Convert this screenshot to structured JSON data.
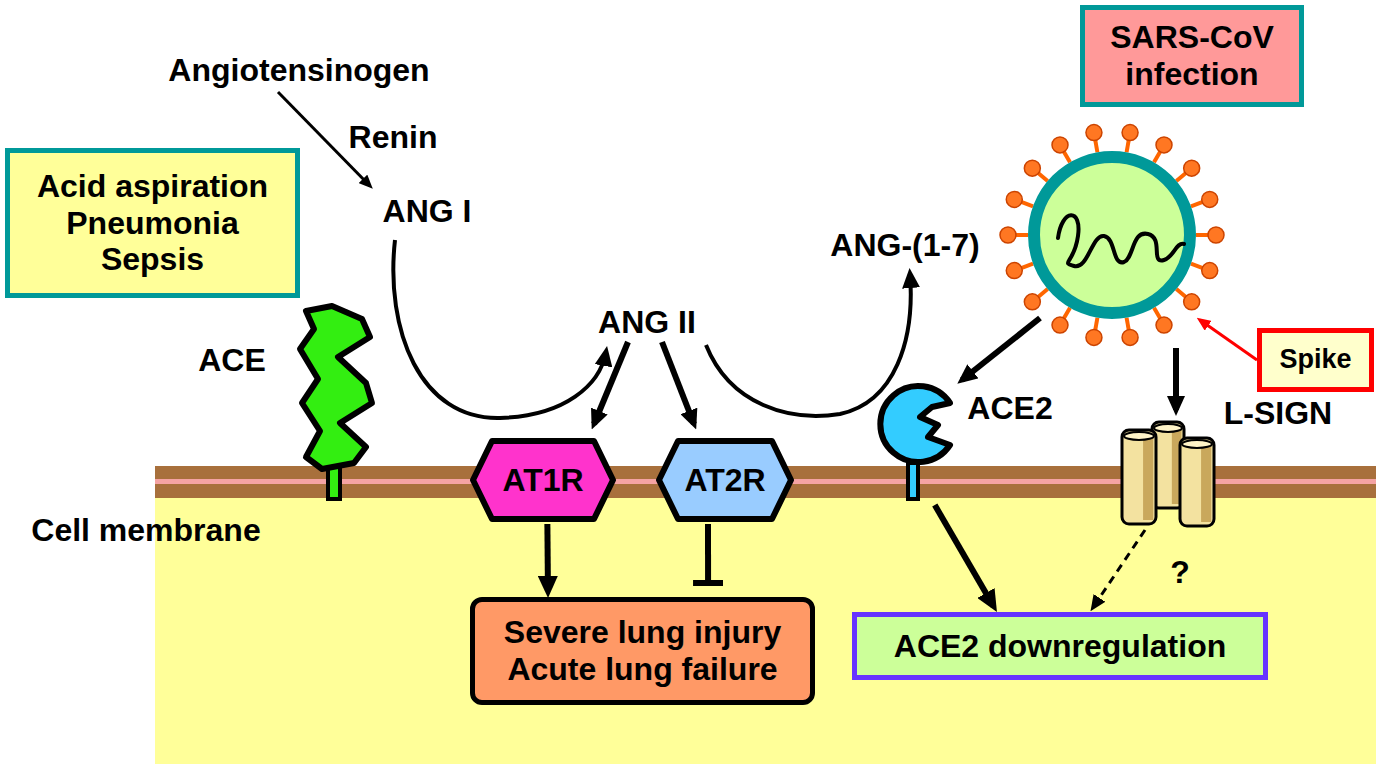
{
  "diagram": {
    "nodes": [
      {
        "text": [
          "SARS-CoV infection"
        ]
      },
      {
        "text": [
          "Acid aspiration Pneumonia Sepsis"
        ]
      },
      {
        "text": [
          "ACE"
        ]
      },
      {
        "text": [
          "ACE2"
        ]
      },
      {
        "text": [
          "Spike"
        ]
      },
      {
        "text": [
          "L-SIGN"
        ]
      },
      {
        "text": [
          "AT1R"
        ]
      },
      {
        "text": [
          "AT2R"
        ]
      },
      {
        "text": [
          "Severe lung injury Acute lung failure"
        ]
      },
      {
        "text": [
          "ACE2 downregulation"
        ]
      }
    ],
    "edges": [
      {
        "from": 6,
        "to": 8,
        "arrow": "to"
      },
      {
        "from": 7,
        "to": 8,
        "arrow": "to"
      },
      {
        "from": 3,
        "to": 9,
        "arrow": "to"
      },
      {
        "from": 5,
        "to": 9,
        "arrow": "to"
      }
    ],
    "labels": [
      "Angiotensinogen",
      "Renin",
      "ANG I",
      "ANG-(1-7)",
      "ANG II",
      "Cell membrane",
      "?"
    ]
  }
}
